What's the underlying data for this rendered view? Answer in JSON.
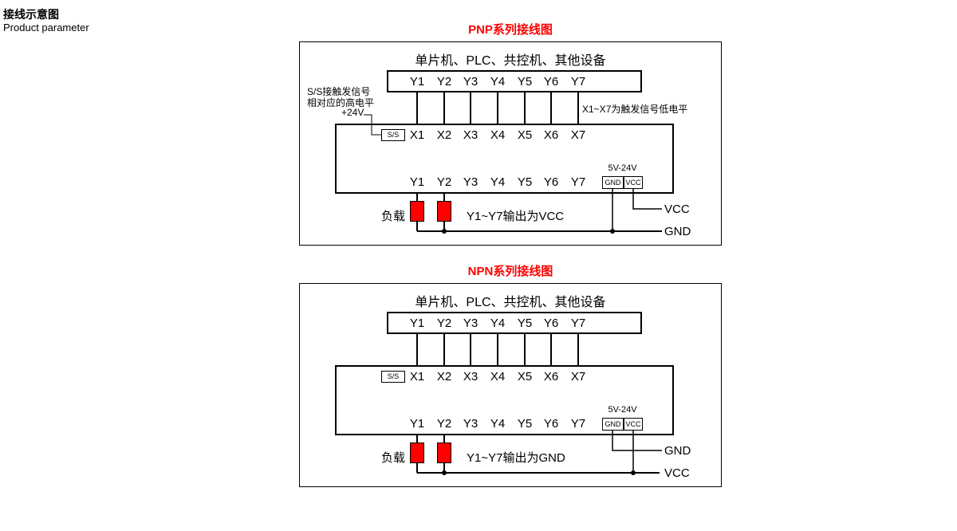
{
  "header": {
    "title": "接线示意图",
    "subtitle": "Product parameter"
  },
  "colors": {
    "title_red": "#ff0000",
    "load_red": "#ff0000",
    "line_black": "#000000"
  },
  "pnp": {
    "title": "PNP系列接线图",
    "controller_label": "单片机、PLC、共控机、其他设备",
    "top_ports": [
      "Y1",
      "Y2",
      "Y3",
      "Y4",
      "Y5",
      "Y6",
      "Y7"
    ],
    "ss_pin": "S/S",
    "input_ports": [
      "X1",
      "X2",
      "X3",
      "X4",
      "X5",
      "X6",
      "X7"
    ],
    "output_ports": [
      "Y1",
      "Y2",
      "Y3",
      "Y4",
      "Y5",
      "Y6",
      "Y7"
    ],
    "note_left_1": "S/S接触发信号",
    "note_left_2": "相对应的高电平",
    "note_left_3": "+24V",
    "note_right": "X1~X7为触发信号低电平",
    "power_range": "5V-24V",
    "gnd_pin": "GND",
    "vcc_pin": "VCC",
    "load_label": "负载",
    "output_note": "Y1~Y7输出为VCC",
    "rail_top": "VCC",
    "rail_bottom": "GND"
  },
  "npn": {
    "title": "NPN系列接线图",
    "controller_label": "单片机、PLC、共控机、其他设备",
    "top_ports": [
      "Y1",
      "Y2",
      "Y3",
      "Y4",
      "Y5",
      "Y6",
      "Y7"
    ],
    "ss_pin": "S/S",
    "input_ports": [
      "X1",
      "X2",
      "X3",
      "X4",
      "X5",
      "X6",
      "X7"
    ],
    "output_ports": [
      "Y1",
      "Y2",
      "Y3",
      "Y4",
      "Y5",
      "Y6",
      "Y7"
    ],
    "power_range": "5V-24V",
    "gnd_pin": "GND",
    "vcc_pin": "VCC",
    "load_label": "负载",
    "output_note": "Y1~Y7输出为GND",
    "rail_top": "GND",
    "rail_bottom": "VCC"
  }
}
